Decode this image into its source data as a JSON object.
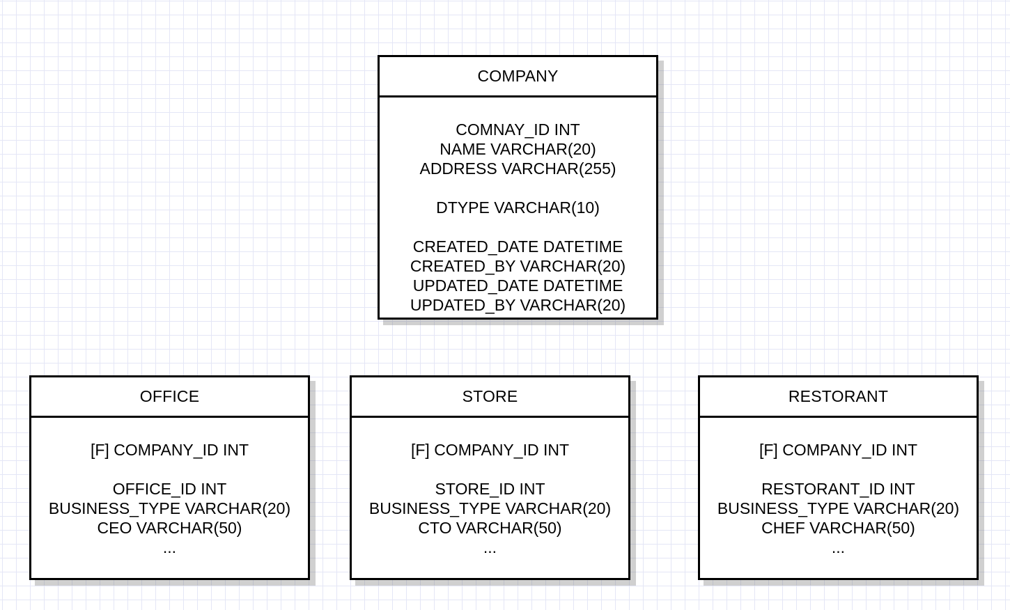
{
  "entities": {
    "company": {
      "title": "COMPANY",
      "lines": [
        "COMNAY_ID INT",
        "NAME VARCHAR(20)",
        "ADDRESS VARCHAR(255)",
        "",
        "DTYPE VARCHAR(10)",
        "",
        "CREATED_DATE DATETIME",
        "CREATED_BY VARCHAR(20)",
        "UPDATED_DATE DATETIME",
        "UPDATED_BY VARCHAR(20)"
      ]
    },
    "office": {
      "title": "OFFICE",
      "lines": [
        "[F] COMPANY_ID INT",
        "",
        "OFFICE_ID INT",
        "BUSINESS_TYPE VARCHAR(20)",
        "CEO VARCHAR(50)",
        "..."
      ]
    },
    "store": {
      "title": "STORE",
      "lines": [
        "[F] COMPANY_ID INT",
        "",
        "STORE_ID INT",
        "BUSINESS_TYPE VARCHAR(20)",
        "CTO VARCHAR(50)",
        "..."
      ]
    },
    "restorant": {
      "title": "RESTORANT",
      "lines": [
        "[F] COMPANY_ID INT",
        "",
        "RESTORANT_ID INT",
        "BUSINESS_TYPE VARCHAR(20)",
        "CHEF VARCHAR(50)",
        "..."
      ]
    }
  }
}
